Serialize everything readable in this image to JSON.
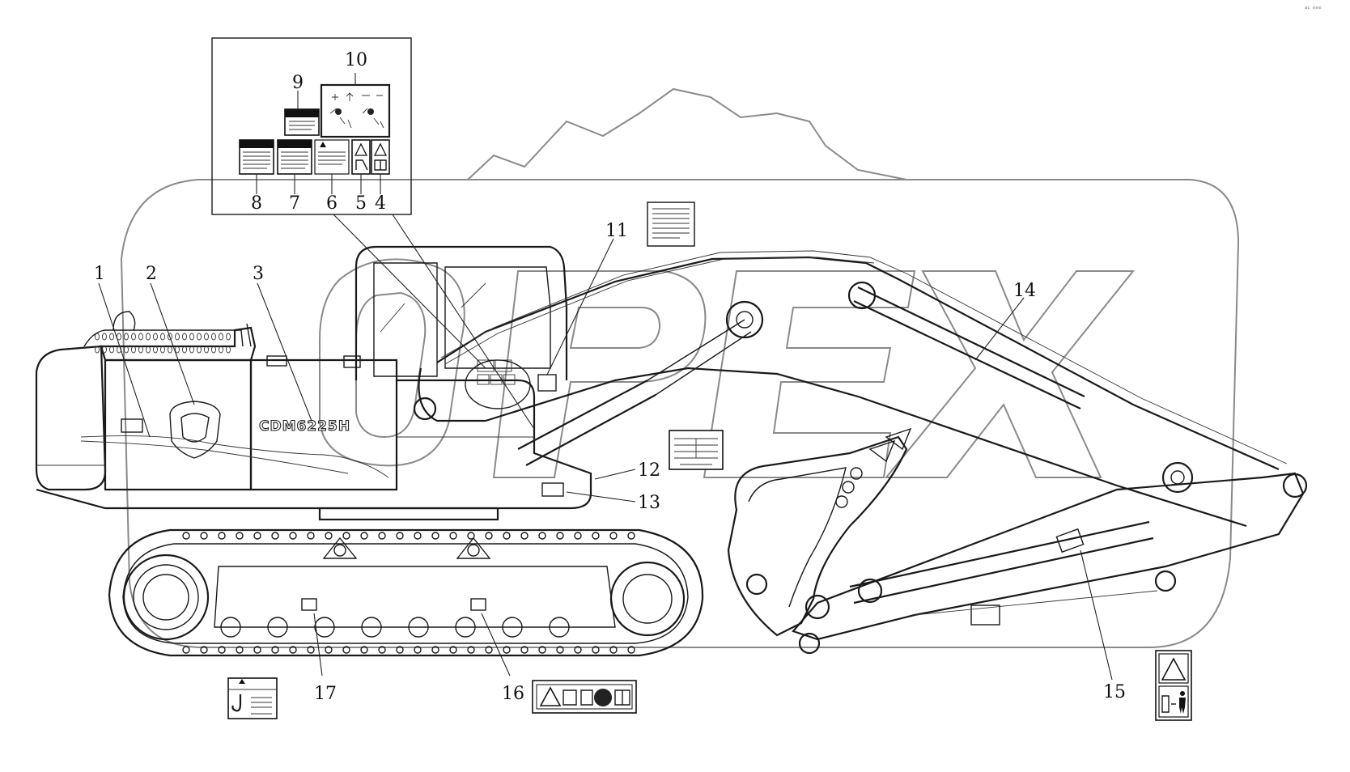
{
  "corner_mark": "ᵃᶜ ᵉᵉᵉ",
  "model_text": "CDM6225H",
  "watermark_text": "OPEX",
  "callouts": [
    {
      "id": 1,
      "label": "1"
    },
    {
      "id": 2,
      "label": "2"
    },
    {
      "id": 3,
      "label": "3"
    },
    {
      "id": 4,
      "label": "4"
    },
    {
      "id": 5,
      "label": "5"
    },
    {
      "id": 6,
      "label": "6"
    },
    {
      "id": 7,
      "label": "7"
    },
    {
      "id": 8,
      "label": "8"
    },
    {
      "id": 9,
      "label": "9"
    },
    {
      "id": 10,
      "label": "10"
    },
    {
      "id": 11,
      "label": "11"
    },
    {
      "id": 12,
      "label": "12"
    },
    {
      "id": 13,
      "label": "13"
    },
    {
      "id": 14,
      "label": "14"
    },
    {
      "id": 15,
      "label": "15"
    },
    {
      "id": 16,
      "label": "16"
    },
    {
      "id": 17,
      "label": "17"
    }
  ],
  "icons": [
    "warning-triangle-icon",
    "lifting-hook-icon",
    "manual-book-icon",
    "crush-hazard-icon",
    "keep-distance-icon"
  ]
}
